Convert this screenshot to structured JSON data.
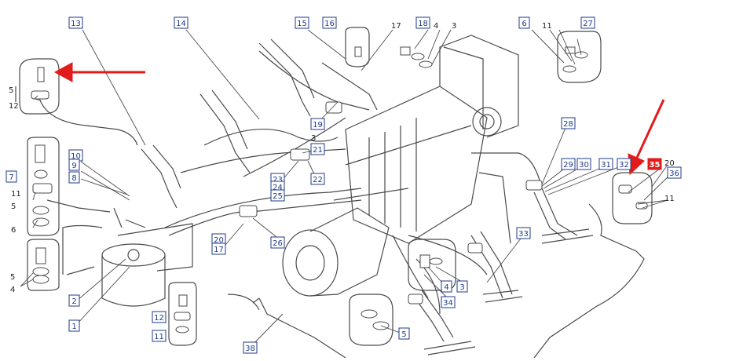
{
  "diagram": {
    "boxed_labels": [
      "13",
      "14",
      "15",
      "16",
      "18",
      "27",
      "6",
      "7",
      "10",
      "9",
      "8",
      "19",
      "21",
      "22",
      "23",
      "24",
      "25",
      "20",
      "17",
      "26",
      "28",
      "29",
      "30",
      "31",
      "32",
      "35",
      "36",
      "33",
      "1",
      "2",
      "12",
      "11",
      "38",
      "4",
      "3",
      "34",
      "5"
    ],
    "plain_labels": [
      "17",
      "4",
      "3",
      "5",
      "12",
      "11",
      "5",
      "6",
      "5",
      "4",
      "3",
      "20",
      "11",
      "11"
    ],
    "highlighted_label": "35"
  },
  "colors": {
    "line": "#4a4a4a",
    "box_border": "#1f3a8a",
    "box_text": "#1f3a8a",
    "arrow": "#e21b1b",
    "highlight_fill": "#e21b1b"
  }
}
